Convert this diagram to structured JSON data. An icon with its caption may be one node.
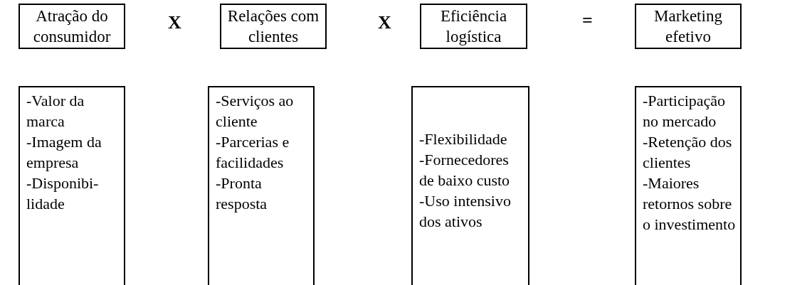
{
  "diagram": {
    "nodes": [
      {
        "text": [
          "Atração do consumidor"
        ]
      },
      {
        "text": [
          "Relações com clientes"
        ]
      },
      {
        "text": [
          "Eficiência logística"
        ]
      },
      {
        "text": [
          "Marketing efetivo"
        ]
      },
      {
        "text": [
          "-Valor da marca",
          "-Imagem da empresa",
          "-Disponibi- lidade"
        ]
      },
      {
        "text": [
          "-Serviços ao cliente",
          "-Parcerias e facilidades",
          "-Pronta resposta"
        ]
      },
      {
        "text": [
          "-Flexibilidade",
          "-Fornecedores de baixo custo",
          "-Uso intensivo dos ativos"
        ]
      },
      {
        "text": [
          "-Participação no mercado",
          "-Retenção dos clientes",
          "-Maiores retornos sobre o investimento"
        ]
      }
    ],
    "edges": [],
    "labels": [
      "X",
      "X",
      "="
    ]
  }
}
